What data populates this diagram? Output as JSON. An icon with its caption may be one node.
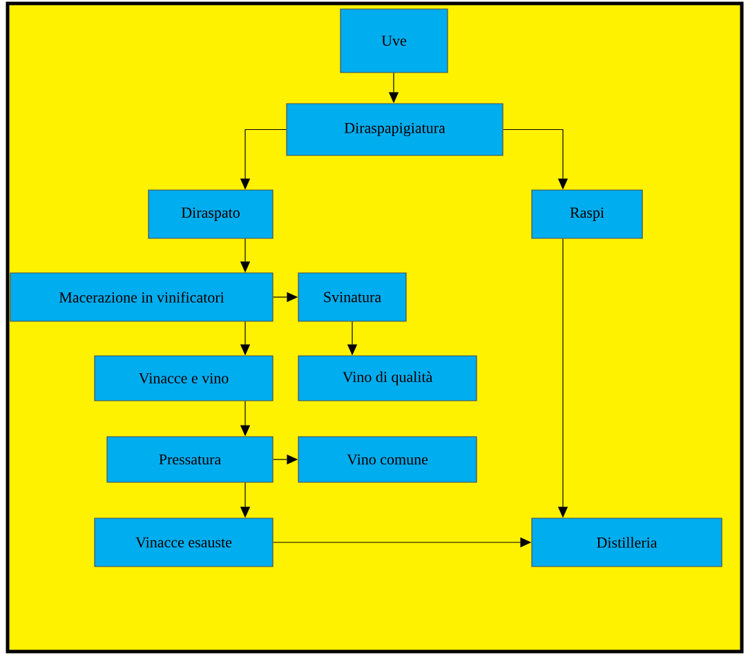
{
  "diagram": {
    "nodes": [
      {
        "text": [
          "Uve"
        ]
      },
      {
        "text": [
          "Diraspapigiatura"
        ]
      },
      {
        "text": [
          "Diraspato"
        ]
      },
      {
        "text": [
          "Raspi"
        ]
      },
      {
        "text": [
          "Macerazione in vinificatori"
        ]
      },
      {
        "text": [
          "Svinatura"
        ]
      },
      {
        "text": [
          "Vinacce e vino"
        ]
      },
      {
        "text": [
          "Vino di qualità"
        ]
      },
      {
        "text": [
          "Pressatura"
        ]
      },
      {
        "text": [
          "Vino comune"
        ]
      },
      {
        "text": [
          "Vinacce esauste"
        ]
      },
      {
        "text": [
          "Distilleria"
        ]
      }
    ],
    "edges": [
      {
        "from": 0,
        "to": 1,
        "arrow": "to"
      },
      {
        "from": 1,
        "to": 2,
        "arrow": "to"
      },
      {
        "from": 1,
        "to": 3,
        "arrow": "to"
      },
      {
        "from": 2,
        "to": 4,
        "arrow": "to"
      },
      {
        "from": 4,
        "to": 5,
        "arrow": "to"
      },
      {
        "from": 5,
        "to": 7,
        "arrow": "to"
      },
      {
        "from": 4,
        "to": 6,
        "arrow": "to"
      },
      {
        "from": 6,
        "to": 8,
        "arrow": "to"
      },
      {
        "from": 8,
        "to": 9,
        "arrow": "to"
      },
      {
        "from": 8,
        "to": 10,
        "arrow": "to"
      },
      {
        "from": 3,
        "to": 11,
        "arrow": "to"
      },
      {
        "from": 10,
        "to": 11,
        "arrow": "to"
      }
    ]
  }
}
